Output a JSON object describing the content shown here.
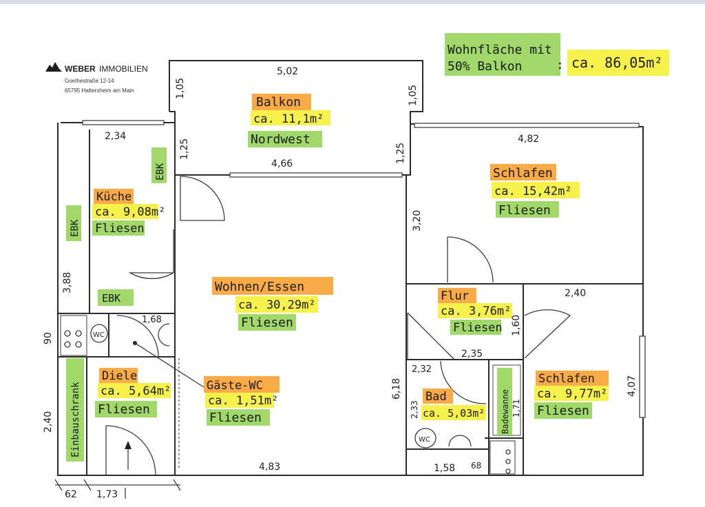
{
  "company": {
    "name_bold": "WEBER",
    "name_rest": "IMMOBILIEN",
    "street": "Goethestraße 12-14",
    "city": "65795 Hattersheim am Main"
  },
  "summary": {
    "line1": "Wohnfläche mit",
    "line2": "50% Balkon",
    "colon": ":",
    "value": "ca. 86,05m²"
  },
  "rooms": {
    "balkon": {
      "name": "Balkon",
      "area": "ca. 11,1m²",
      "note": "Nordwest"
    },
    "kueche": {
      "name": "Küche",
      "area": "ca. 9,08m²",
      "floor": "Fliesen"
    },
    "schlafen1": {
      "name": "Schlafen",
      "area": "ca. 15,42m²",
      "floor": "Fliesen"
    },
    "wohnen": {
      "name": "Wohnen/Essen",
      "area": "ca. 30,29m²",
      "floor": "Fliesen"
    },
    "flur": {
      "name": "Flur",
      "area": "ca. 3,76m²",
      "floor": "Fliesen"
    },
    "diele": {
      "name": "Diele",
      "area": "ca. 5,64m²",
      "floor": "Fliesen"
    },
    "gaeste_wc": {
      "name": "Gäste-WC",
      "area": "ca. 1,51m²",
      "floor": "Fliesen"
    },
    "bad": {
      "name": "Bad",
      "area": "ca. 5,03m²"
    },
    "schlafen2": {
      "name": "Schlafen",
      "area": "ca. 9,77m²",
      "floor": "Fliesen"
    }
  },
  "fixtures": {
    "ebk": "EBK",
    "wc": "WC",
    "einbauschrank": "Einbauschrank",
    "badewanne": "Badewanne"
  },
  "dimensions": {
    "balkon_width": "5,02",
    "balkon_left_depth": "1,05",
    "balkon_right_depth": "1,05",
    "kueche_width": "2,34",
    "balkon_inner_left": "1,25",
    "balkon_inner_right": "1,25",
    "balkon_wall": "4,66",
    "schlafen1_width": "4,82",
    "schlafen1_depth": "3,20",
    "kueche_depth": "3,88",
    "wc_width": "1,68",
    "hall_depth": "90",
    "schlafen2_width": "2,40",
    "flur_height": "1,60",
    "flur_width": "2,35",
    "bad_width": "2,32",
    "wohnen_depth": "6,18",
    "bad_depth": "2,33",
    "wanne_length": "1,71",
    "schlafen2_depth": "4,07",
    "diele_depth": "2,40",
    "wohnen_width": "4,83",
    "bad_bottom": "1,58",
    "bad_small": "68",
    "bottom_left": "62",
    "bottom_mid": "1,73"
  }
}
